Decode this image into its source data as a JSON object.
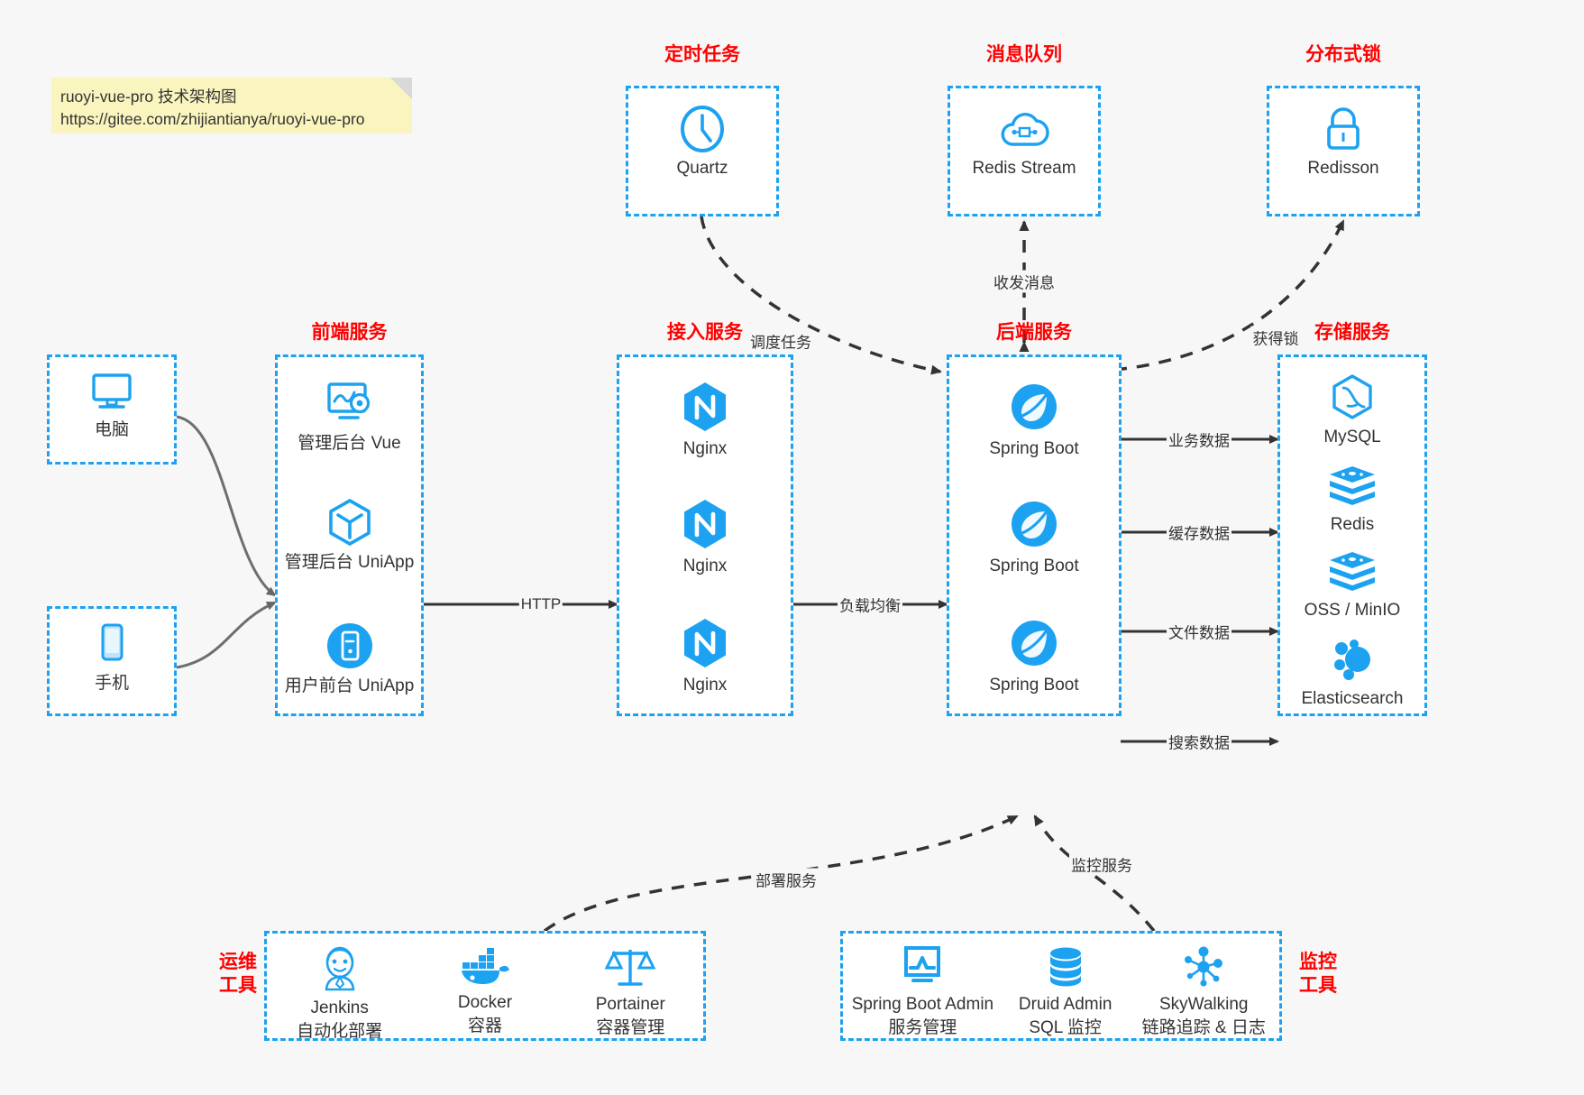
{
  "note": {
    "line1": "ruoyi-vue-pro 技术架构图",
    "line2": "https://gitee.com/zhijiantianya/ruoyi-vue-pro"
  },
  "colors": {
    "accent": "#1CA2F0",
    "group_title": "#FF0000",
    "label_text": "#333333",
    "background": "#f7f7f7",
    "box_fill": "#ffffff",
    "note_fill": "#FAF4BE",
    "arrow": "#333333"
  },
  "groups": {
    "scheduled_task": {
      "title": "定时任务",
      "nodes": [
        {
          "label": "Quartz",
          "icon": "clock-icon"
        }
      ]
    },
    "message_queue": {
      "title": "消息队列",
      "nodes": [
        {
          "label": "Redis Stream",
          "icon": "cloud-stream-icon"
        }
      ]
    },
    "distributed_lock": {
      "title": "分布式锁",
      "nodes": [
        {
          "label": "Redisson",
          "icon": "lock-icon"
        }
      ]
    },
    "clients": {
      "nodes": [
        {
          "label": "电脑",
          "icon": "desktop-icon"
        },
        {
          "label": "手机",
          "icon": "mobile-icon"
        }
      ]
    },
    "frontend": {
      "title": "前端服务",
      "nodes": [
        {
          "label": "管理后台 Vue",
          "icon": "dashboard-settings-icon"
        },
        {
          "label": "管理后台 UniApp",
          "icon": "cube-icon"
        },
        {
          "label": "用户前台 UniApp",
          "icon": "mobile-circle-icon"
        }
      ]
    },
    "gateway": {
      "title": "接入服务",
      "nodes": [
        {
          "label": "Nginx",
          "icon": "nginx-icon"
        },
        {
          "label": "Nginx",
          "icon": "nginx-icon"
        },
        {
          "label": "Nginx",
          "icon": "nginx-icon"
        }
      ]
    },
    "backend": {
      "title": "后端服务",
      "nodes": [
        {
          "label": "Spring Boot",
          "icon": "spring-boot-icon"
        },
        {
          "label": "Spring Boot",
          "icon": "spring-boot-icon"
        },
        {
          "label": "Spring Boot",
          "icon": "spring-boot-icon"
        }
      ]
    },
    "storage": {
      "title": "存储服务",
      "nodes": [
        {
          "label": "MySQL",
          "icon": "mysql-icon"
        },
        {
          "label": "Redis",
          "icon": "redis-icon"
        },
        {
          "label": "OSS / MinIO",
          "icon": "oss-icon"
        },
        {
          "label": "Elasticsearch",
          "icon": "elasticsearch-icon"
        }
      ]
    },
    "devops": {
      "title_line1": "运维",
      "title_line2": "工具",
      "nodes": [
        {
          "label": "Jenkins",
          "sub": "自动化部署",
          "icon": "jenkins-icon"
        },
        {
          "label": "Docker",
          "sub": "容器",
          "icon": "docker-icon"
        },
        {
          "label": "Portainer",
          "sub": "容器管理",
          "icon": "scales-icon"
        }
      ]
    },
    "monitoring": {
      "title_line1": "监控",
      "title_line2": "工具",
      "nodes": [
        {
          "label": "Spring Boot Admin",
          "sub": "服务管理",
          "icon": "monitor-chart-icon"
        },
        {
          "label": "Druid Admin",
          "sub": "SQL 监控",
          "icon": "database-icon"
        },
        {
          "label": "SkyWalking",
          "sub": "链路追踪 & 日志",
          "icon": "skywalking-icon"
        }
      ]
    }
  },
  "edges": [
    {
      "name": "schedule-task",
      "label": "调度任务"
    },
    {
      "name": "send-receive-message",
      "label": "收发消息"
    },
    {
      "name": "acquire-lock",
      "label": "获得锁"
    },
    {
      "name": "http",
      "label": "HTTP"
    },
    {
      "name": "load-balance",
      "label": "负载均衡"
    },
    {
      "name": "business-data",
      "label": "业务数据"
    },
    {
      "name": "cache-data",
      "label": "缓存数据"
    },
    {
      "name": "file-data",
      "label": "文件数据"
    },
    {
      "name": "search-data",
      "label": "搜索数据"
    },
    {
      "name": "deploy-service",
      "label": "部署服务"
    },
    {
      "name": "monitor-service",
      "label": "监控服务"
    }
  ]
}
